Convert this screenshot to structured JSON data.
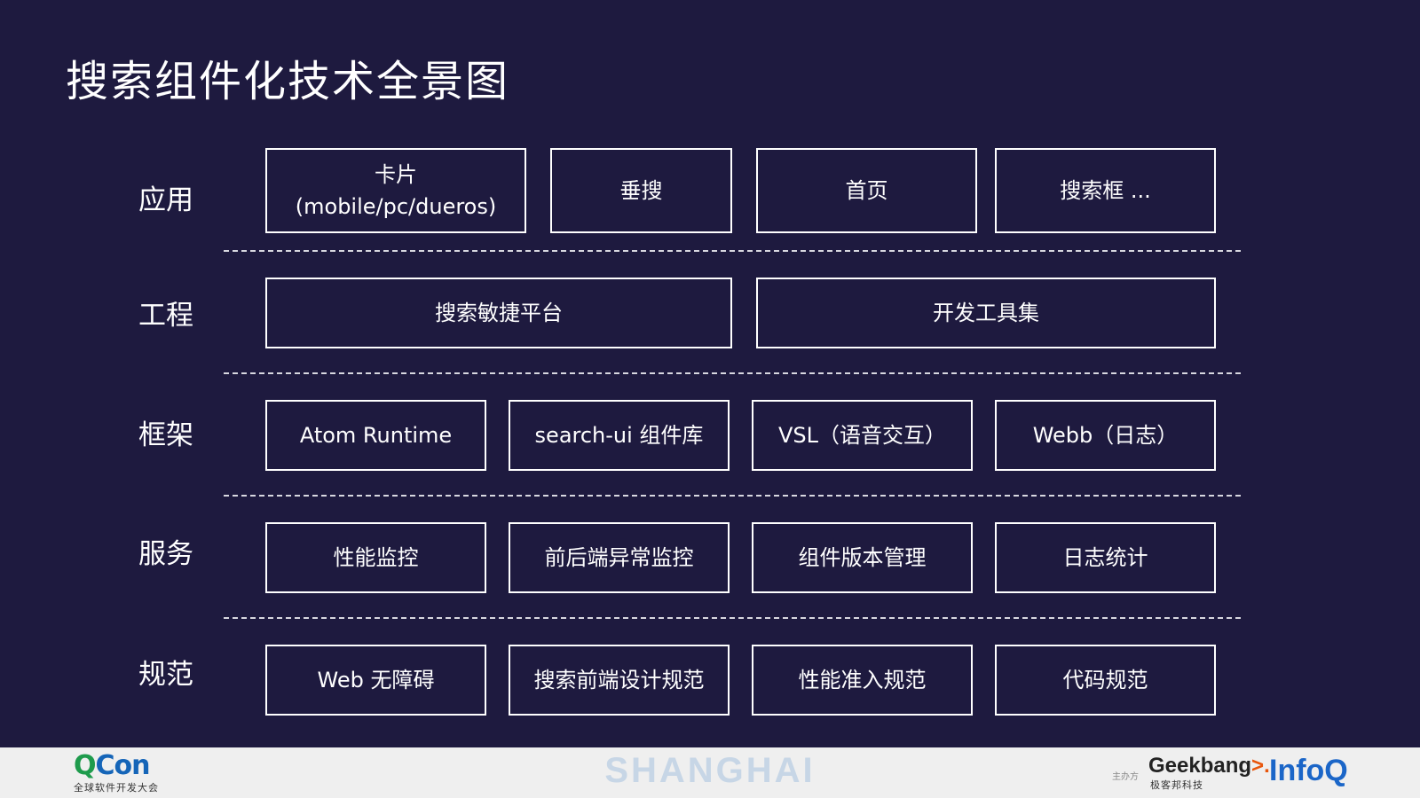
{
  "title": "搜索组件化技术全景图",
  "rows": [
    {
      "label": "应用",
      "boxes": [
        {
          "line1": "卡片",
          "line2": "(mobile/pc/dueros)"
        },
        {
          "text": "垂搜"
        },
        {
          "text": "首页"
        },
        {
          "text": "搜索框 ..."
        }
      ]
    },
    {
      "label": "工程",
      "boxes": [
        {
          "text": "搜索敏捷平台"
        },
        {
          "text": "开发工具集"
        }
      ]
    },
    {
      "label": "框架",
      "boxes": [
        {
          "text": "Atom Runtime"
        },
        {
          "text": "search-ui 组件库"
        },
        {
          "text": "VSL（语音交互）"
        },
        {
          "text": "Webb（日志）"
        }
      ]
    },
    {
      "label": "服务",
      "boxes": [
        {
          "text": "性能监控"
        },
        {
          "text": "前后端异常监控"
        },
        {
          "text": "组件版本管理"
        },
        {
          "text": "日志统计"
        }
      ]
    },
    {
      "label": "规范",
      "boxes": [
        {
          "text": "Web 无障碍"
        },
        {
          "text": "搜索前端设计规范"
        },
        {
          "text": "性能准入规范"
        },
        {
          "text": "代码规范"
        }
      ]
    }
  ],
  "footer": {
    "qcon_q": "Q",
    "qcon_rest": "Con",
    "qcon_sub": "全球软件开发大会",
    "city": "SHANGHAI",
    "host_label": "主办方",
    "geek_main": "Geekbang",
    "geek_arrow": ">.",
    "geek_sub": "极客邦科技",
    "infoq": "InfoQ"
  },
  "colors": {
    "background": "#1e1a3f",
    "box_border": "#ffffff",
    "footer_bg": "#efefef",
    "qcon_green": "#1e9b4c",
    "qcon_blue": "#1565b8",
    "infoq_blue": "#1b66c8",
    "geekbang_orange": "#e8560c"
  }
}
